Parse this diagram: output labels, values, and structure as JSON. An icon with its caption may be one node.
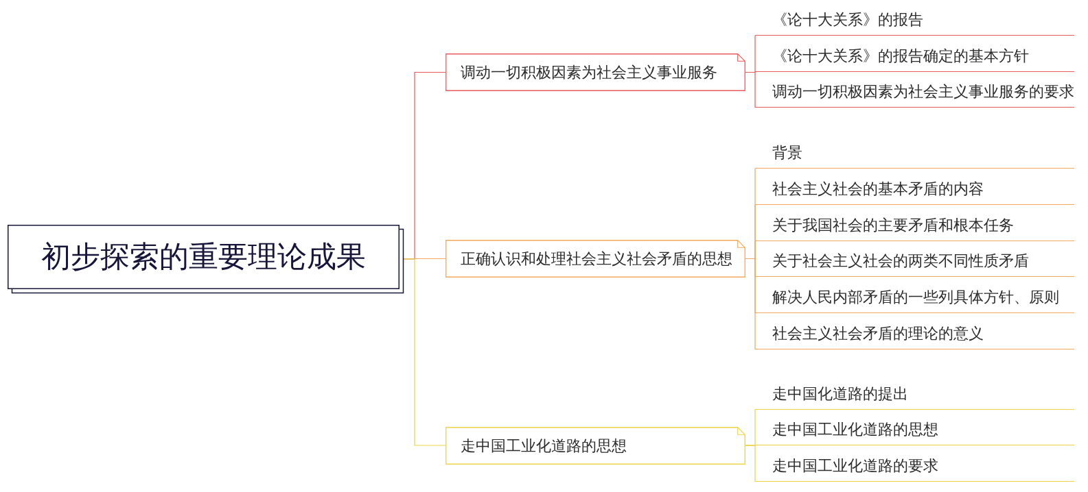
{
  "diagram": {
    "nodes": [
      {
        "text": [
          "初步探索的重要理论成果"
        ]
      },
      {
        "text": [
          "调动一切积极因素为社会主义事业服务"
        ]
      },
      {
        "text": [
          "《论十大关系》的报告"
        ]
      },
      {
        "text": [
          "《论十大关系》的报告确定的基本方针"
        ]
      },
      {
        "text": [
          "调动一切积极因素为社会主义事业服务的要求"
        ]
      },
      {
        "text": [
          "正确认识和处理社会主义社会矛盾的思想"
        ]
      },
      {
        "text": [
          "背景"
        ]
      },
      {
        "text": [
          "社会主义社会的基本矛盾的内容"
        ]
      },
      {
        "text": [
          "关于我国社会的主要矛盾和根本任务"
        ]
      },
      {
        "text": [
          "关于社会主义社会的两类不同性质矛盾"
        ]
      },
      {
        "text": [
          "解决人民内部矛盾的一些列具体方针、原则"
        ]
      },
      {
        "text": [
          "社会主义社会矛盾的理论的意义"
        ]
      },
      {
        "text": [
          "走中国工业化道路的思想"
        ]
      },
      {
        "text": [
          "走中国化道路的提出"
        ]
      },
      {
        "text": [
          "走中国工业化道路的思想"
        ]
      },
      {
        "text": [
          "走中国工业化道路的要求"
        ]
      }
    ],
    "edges": [
      {
        "from": 0,
        "to": 1,
        "arrow": "none",
        "color": "#e85a5c"
      },
      {
        "from": 0,
        "to": 5,
        "arrow": "none"
      },
      {
        "from": 0,
        "to": 12,
        "arrow": "none",
        "color": "#ecd34a"
      },
      {
        "from": 1,
        "to": 2,
        "arrow": "none",
        "color": "#e85a5c"
      },
      {
        "from": 1,
        "to": 3,
        "arrow": "none",
        "color": "#e85a5c"
      },
      {
        "from": 1,
        "to": 4,
        "arrow": "none",
        "color": "#e85a5c"
      },
      {
        "from": 5,
        "to": 6,
        "arrow": "none"
      },
      {
        "from": 5,
        "to": 7,
        "arrow": "none"
      },
      {
        "from": 5,
        "to": 8,
        "arrow": "none"
      },
      {
        "from": 5,
        "to": 9,
        "arrow": "none"
      },
      {
        "from": 5,
        "to": 10,
        "arrow": "none"
      },
      {
        "from": 5,
        "to": 11,
        "arrow": "none"
      },
      {
        "from": 12,
        "to": 13,
        "arrow": "none",
        "color": "#ecd34a"
      },
      {
        "from": 12,
        "to": 14,
        "arrow": "none",
        "color": "#ecd34a"
      },
      {
        "from": 12,
        "to": 15,
        "arrow": "none",
        "color": "#ecd34a"
      }
    ]
  }
}
